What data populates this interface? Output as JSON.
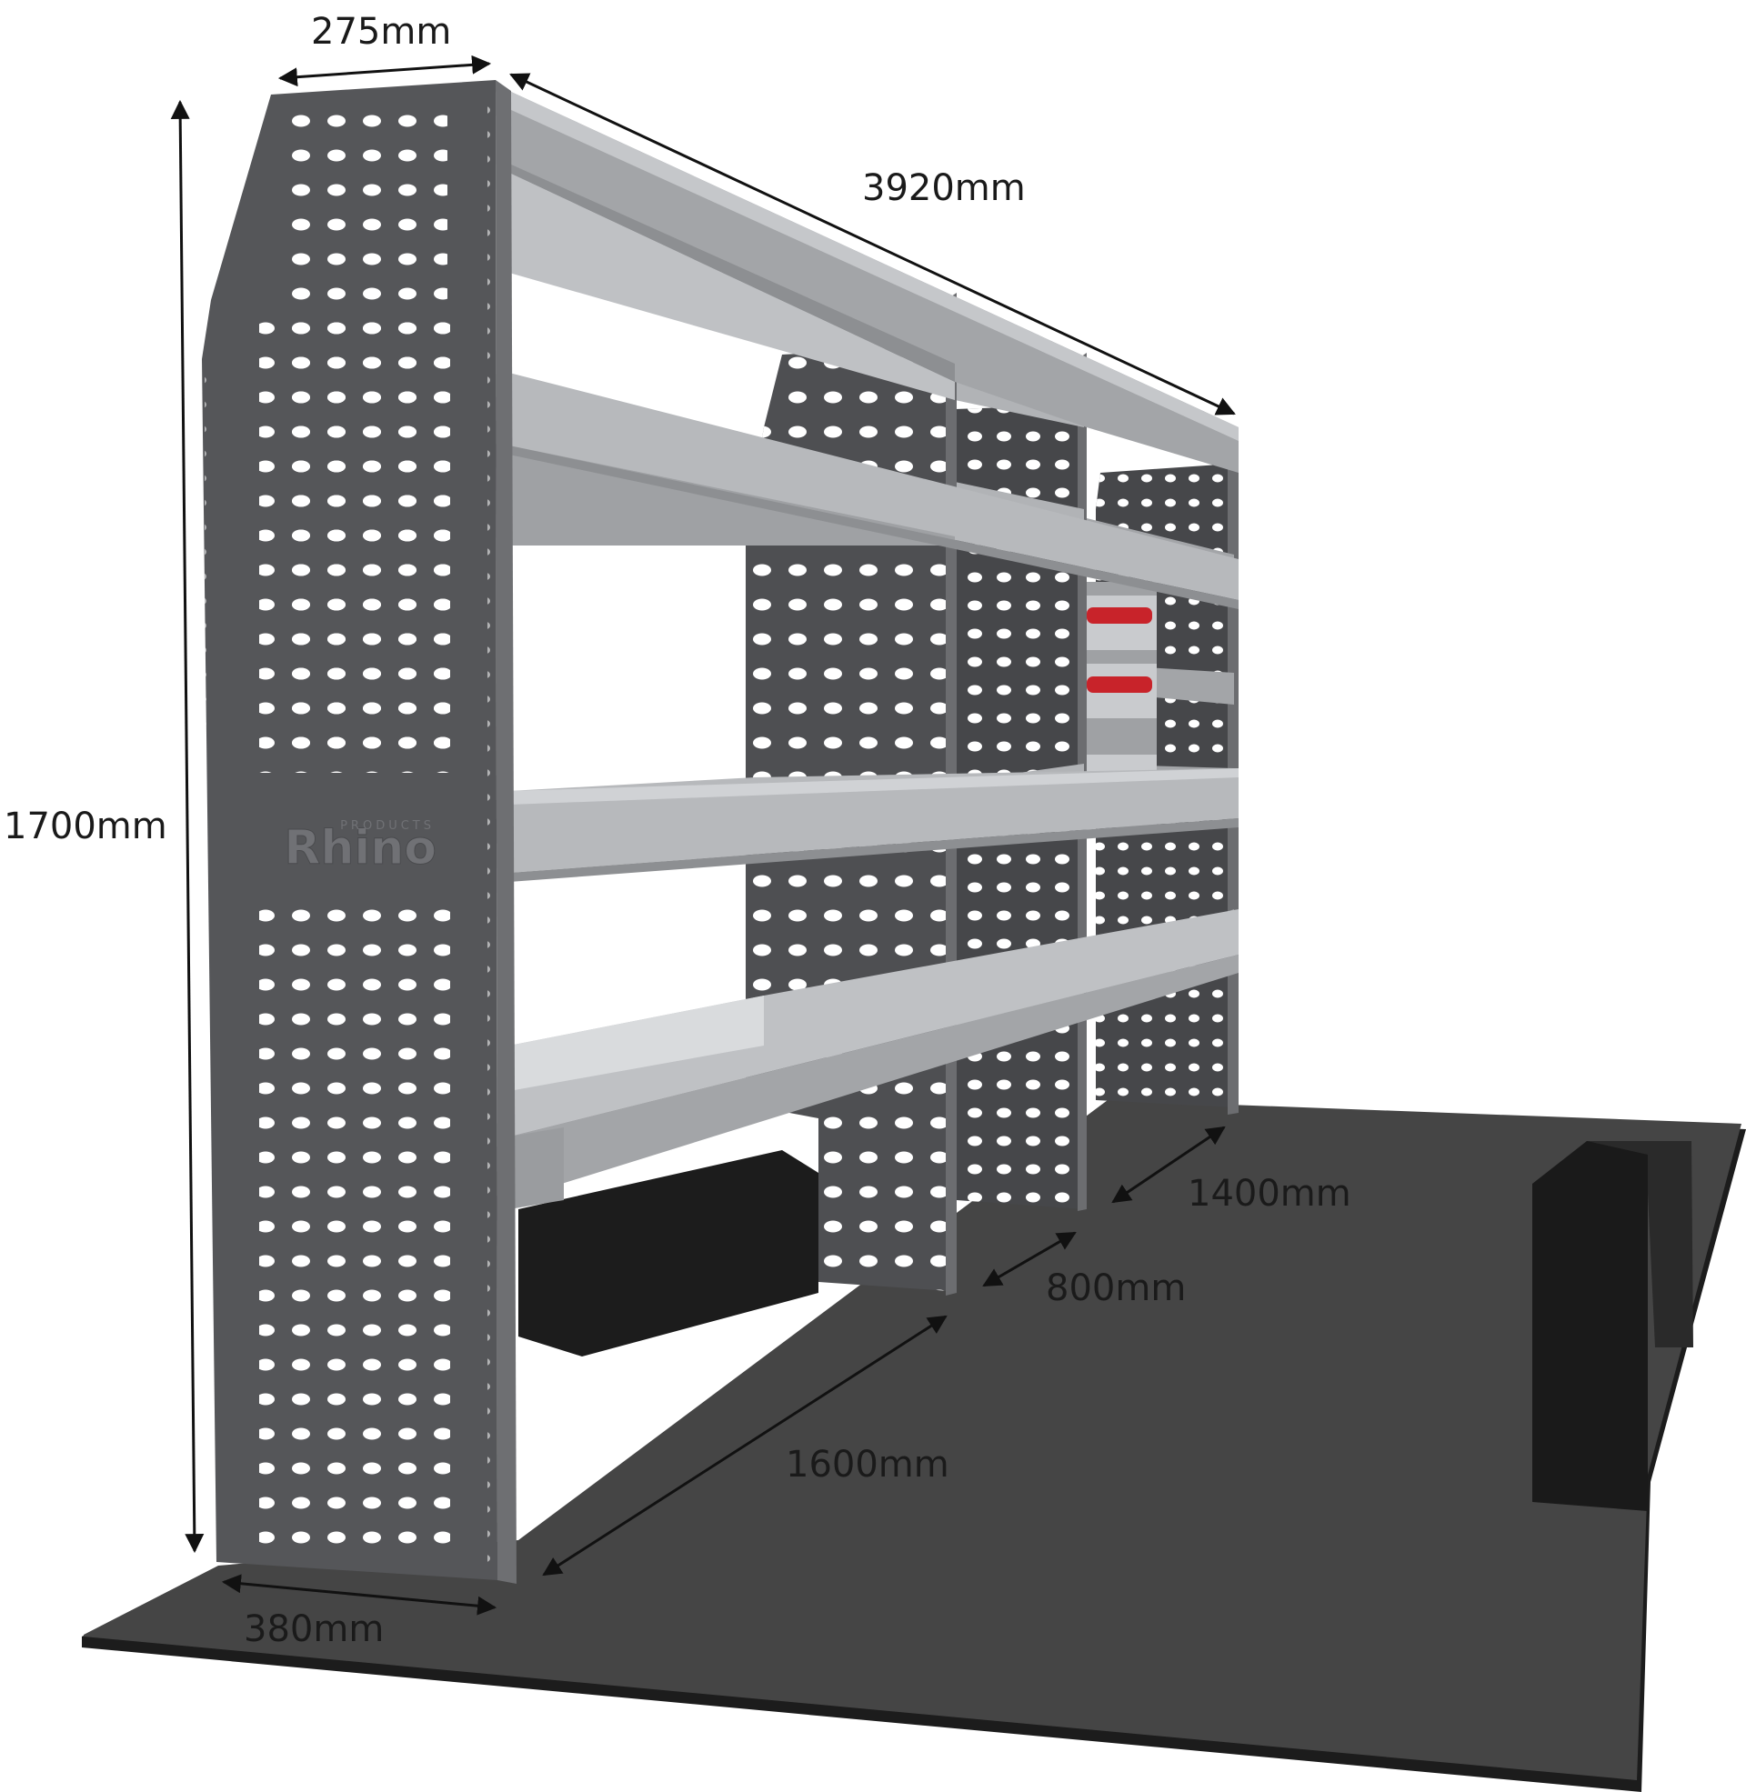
{
  "dimensions": {
    "top_depth": "275mm",
    "length": "3920mm",
    "height": "1700mm",
    "base_depth": "380mm",
    "section_1": "1600mm",
    "section_2": "800mm",
    "section_3": "1400mm"
  },
  "brand": {
    "name": "Rhino",
    "tagline": "PRODUCTS"
  },
  "colors": {
    "panel": "#555659",
    "panel_dark": "#46474a",
    "shelf_light": "#bfc1c4",
    "shelf_mid": "#a3a5a8",
    "shelf_dark": "#8d8f92",
    "floor": "#454545",
    "floor_edge": "#1c1c1c",
    "arch": "#1c1c1c",
    "drawer_handle": "#c8232a",
    "dimension_line": "#111111"
  }
}
